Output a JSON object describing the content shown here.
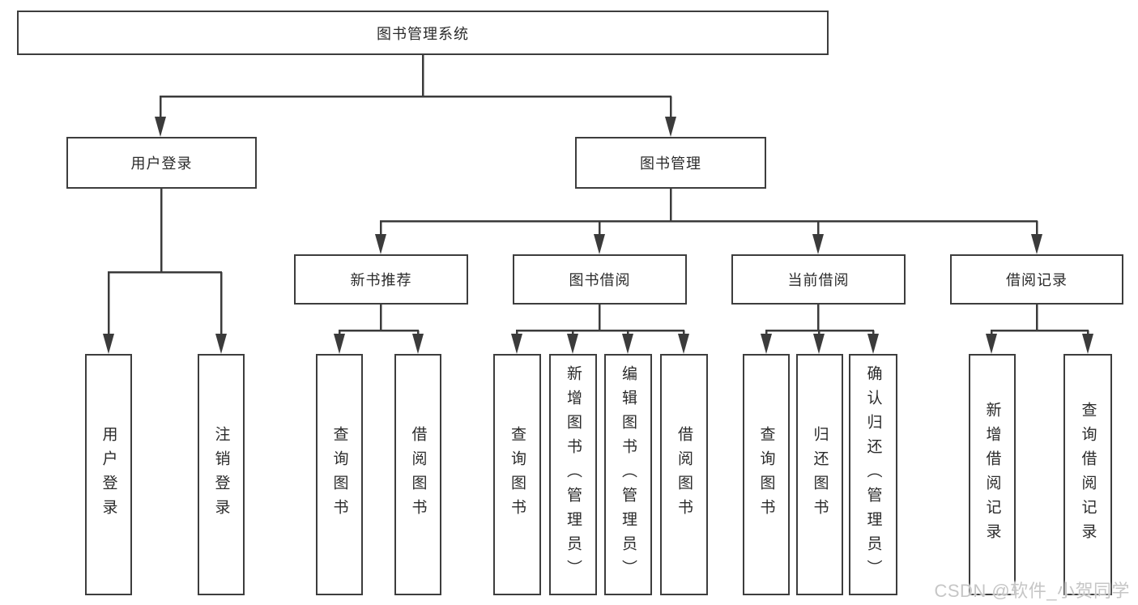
{
  "tree": {
    "root": "图书管理系统",
    "branches": [
      {
        "label": "用户登录",
        "leaves": [
          "用户登录",
          "注销登录"
        ]
      },
      {
        "label": "图书管理",
        "groups": [
          {
            "label": "新书推荐",
            "leaves": [
              "查询图书",
              "借阅图书"
            ]
          },
          {
            "label": "图书借阅",
            "leaves": [
              "查询图书",
              "新增图书（管理员）",
              "编辑图书（管理员）",
              "借阅图书"
            ]
          },
          {
            "label": "当前借阅",
            "leaves": [
              "查询图书",
              "归还图书",
              "确认归还（管理员）"
            ]
          },
          {
            "label": "借阅记录",
            "leaves": [
              "新增借阅记录",
              "查询借阅记录"
            ]
          }
        ]
      }
    ]
  },
  "watermark": {
    "text": "CSDN @软件_小贺同学"
  },
  "colors": {
    "line": "#3b3b3b",
    "border": "#3d3d3d",
    "text": "#2b2b2b",
    "watermark": "#c6c6c6",
    "background": "#ffffff"
  }
}
